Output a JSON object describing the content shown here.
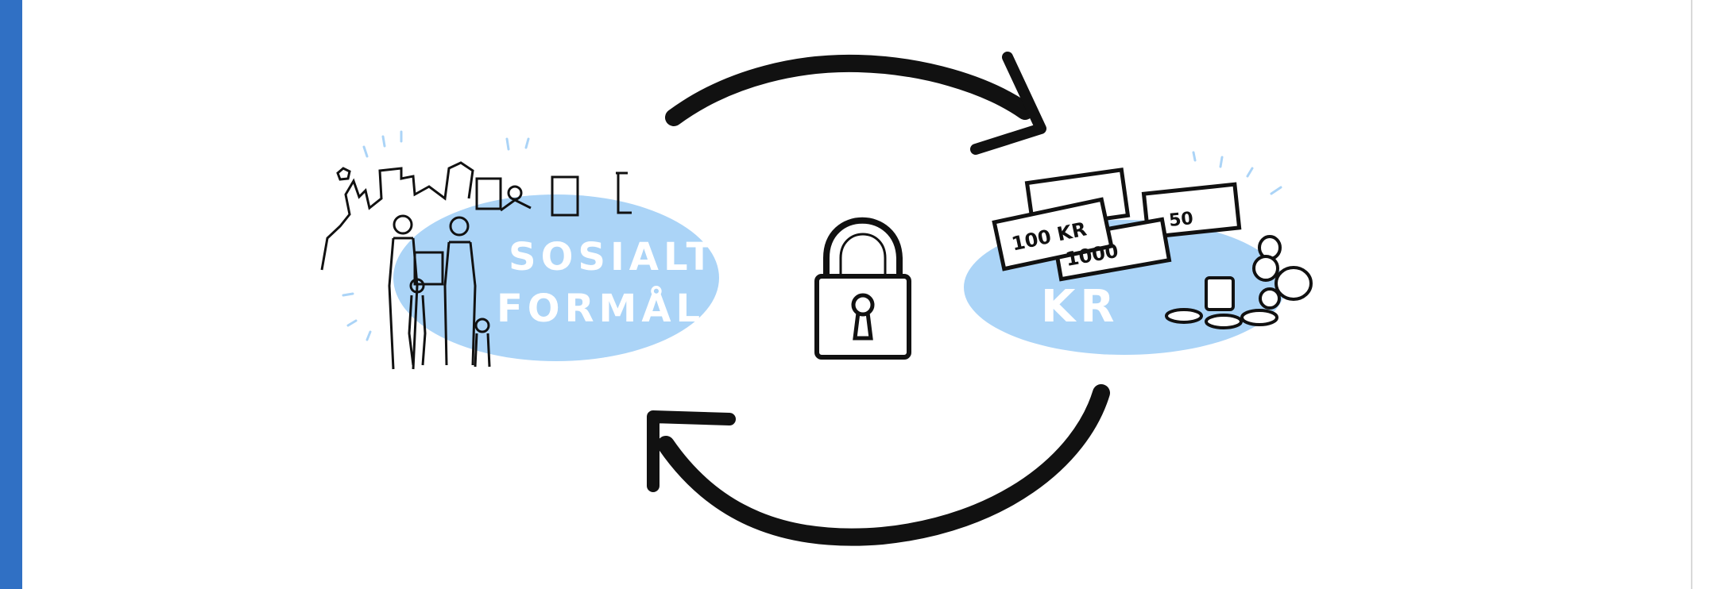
{
  "colors": {
    "accent_bar": "#3070c4",
    "blob": "#abd4f7",
    "ink": "#111111",
    "rule": "#d9d9d9"
  },
  "left_cluster": {
    "label_line1": "SOSIALT",
    "label_line2": "FORMÅL",
    "icon": "people-with-city-icon"
  },
  "center": {
    "icon": "padlock-icon"
  },
  "right_cluster": {
    "label": "KR",
    "banknotes": [
      "100 KR",
      "1000",
      "50"
    ],
    "icon": "money-icon"
  },
  "arrows": [
    "cycle-arrow-top",
    "cycle-arrow-bottom"
  ]
}
